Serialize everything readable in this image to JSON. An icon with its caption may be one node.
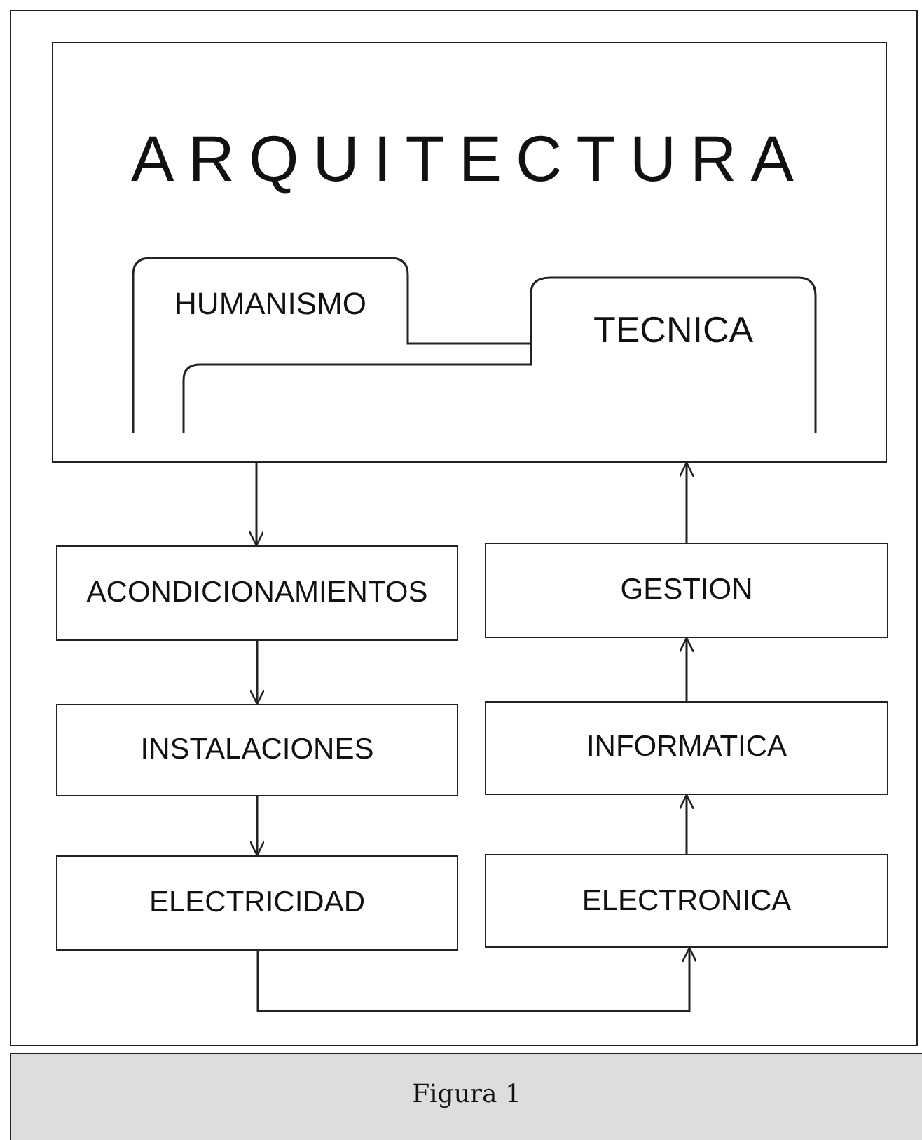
{
  "diagram": {
    "caption": "Figura 1",
    "nodes": [
      {
        "text": [
          "ARQUITECTURA"
        ]
      },
      {
        "text": [
          "HUMANISMO"
        ],
        "in": 0
      },
      {
        "text": [
          "TECNICA"
        ],
        "in": 0
      },
      {
        "text": [
          "ACONDICIONAMIENTOS"
        ]
      },
      {
        "text": [
          "INSTALACIONES"
        ]
      },
      {
        "text": [
          "ELECTRICIDAD"
        ]
      },
      {
        "text": [
          "GESTION"
        ]
      },
      {
        "text": [
          "INFORMATICA"
        ]
      },
      {
        "text": [
          "ELECTRONICA"
        ]
      }
    ],
    "edges": [
      {
        "from": 0,
        "to": 3,
        "arrow": "to"
      },
      {
        "from": 3,
        "to": 4,
        "arrow": "to"
      },
      {
        "from": 4,
        "to": 5,
        "arrow": "to"
      },
      {
        "from": 5,
        "to": 8,
        "arrow": "to"
      },
      {
        "from": 8,
        "to": 7,
        "arrow": "to"
      },
      {
        "from": 7,
        "to": 6,
        "arrow": "to"
      },
      {
        "from": 6,
        "to": 0,
        "arrow": "to"
      }
    ]
  }
}
